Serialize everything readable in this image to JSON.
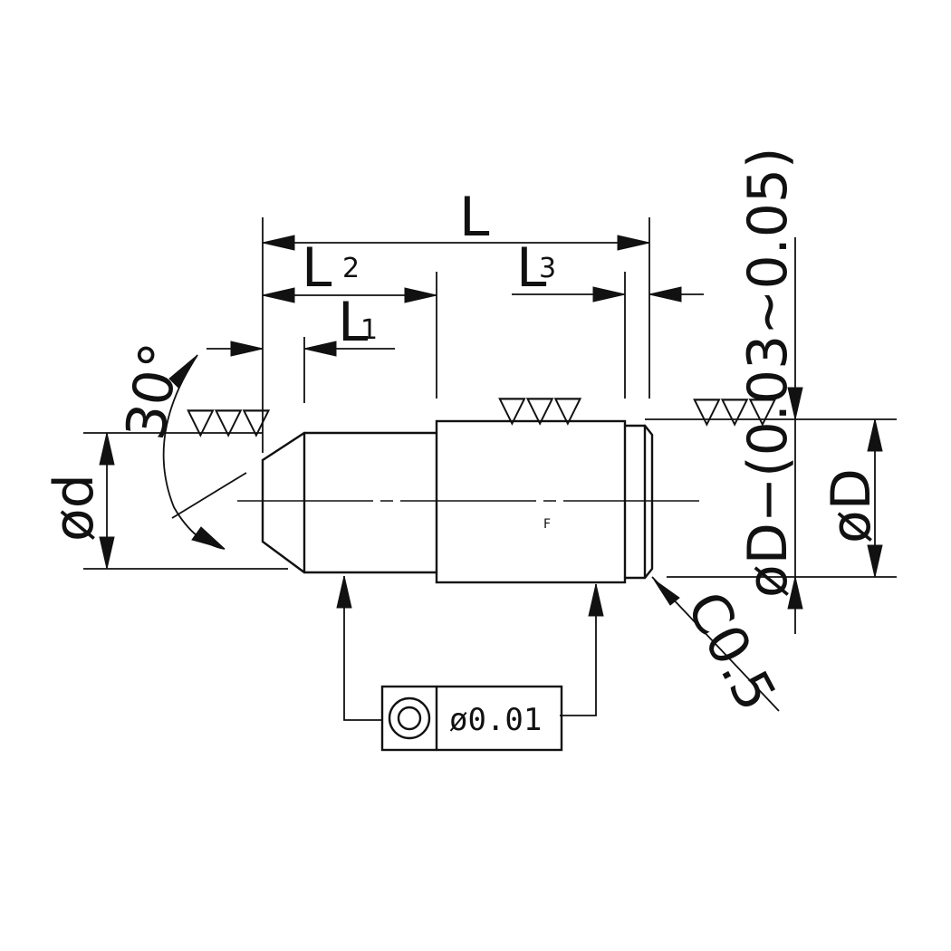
{
  "dimensions": {
    "overall_length": "L",
    "length_2": "L",
    "length_2_index": "2",
    "length_1": "L",
    "length_1_index": "1",
    "length_3": "L",
    "length_3_index": "3",
    "chamfer_angle": "30°",
    "small_diameter": "ød",
    "large_diameter": "øD",
    "fit_diameter": "øD−(0.03~0.05)",
    "edge_chamfer": "C0.5"
  },
  "feature_control_frame": {
    "symbol": "concentricity",
    "tolerance": "ø0.01"
  },
  "surface_finish_mark": "▽▽▽",
  "center_mark": "F"
}
